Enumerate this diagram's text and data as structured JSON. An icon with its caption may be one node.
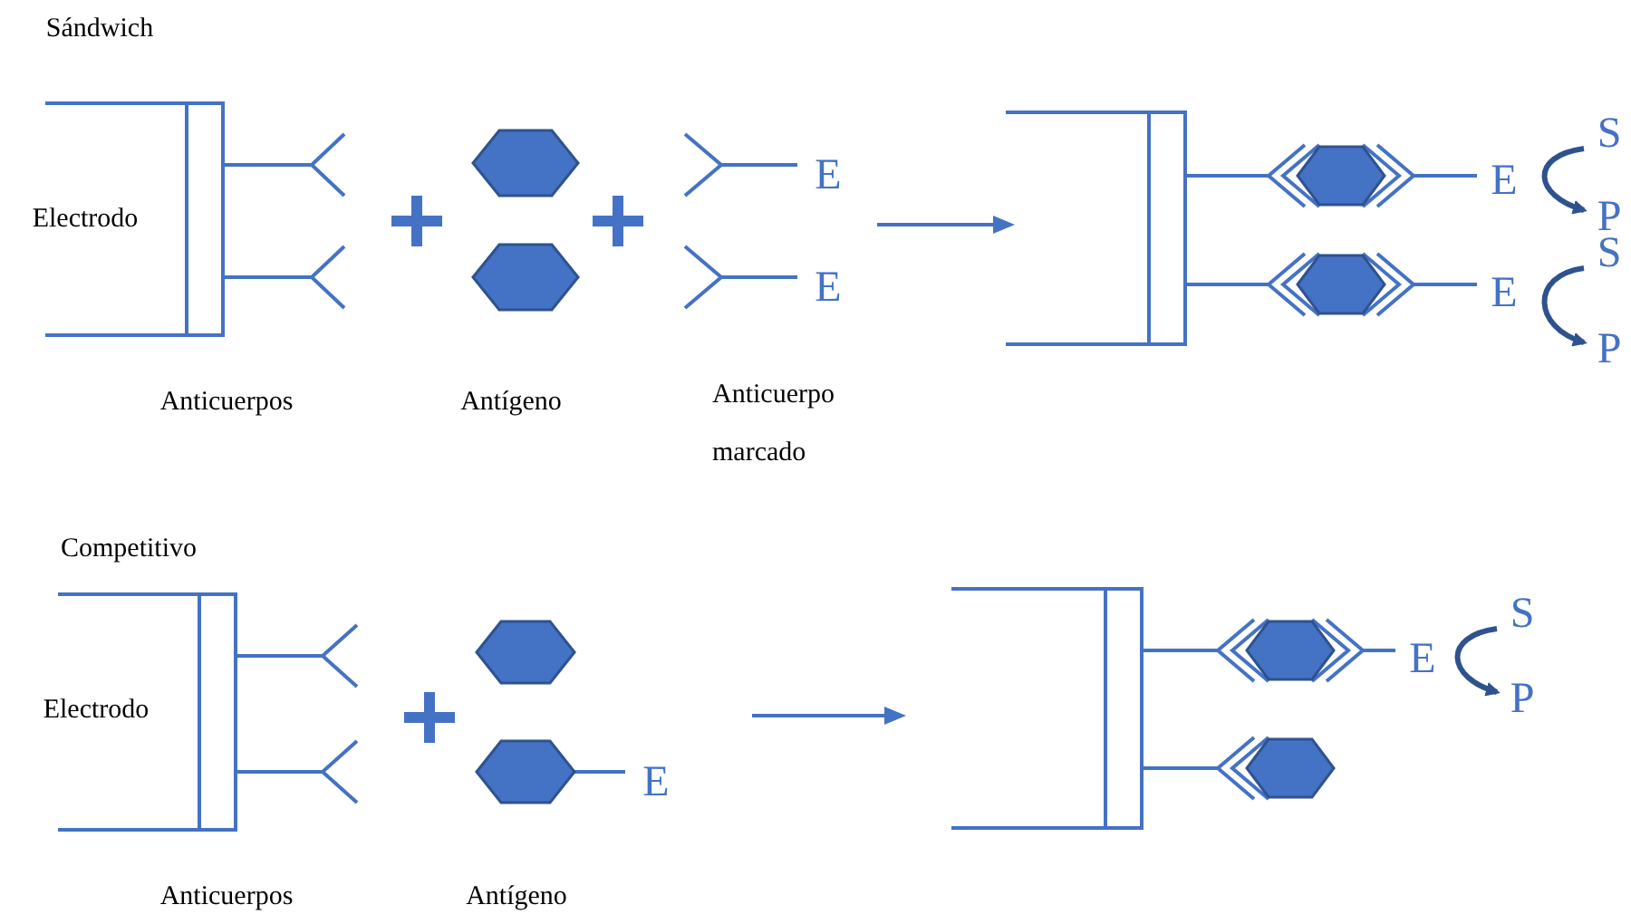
{
  "diagram": {
    "nodes": [
      {
        "text": [
          "S"
        ]
      },
      {
        "text": [
          "P"
        ]
      },
      {
        "text": [
          "S"
        ]
      },
      {
        "text": [
          "P"
        ]
      },
      {
        "text": [
          "S"
        ]
      },
      {
        "text": [
          "P"
        ]
      }
    ],
    "edges": [
      {
        "from": 0,
        "to": 1,
        "arrow": "to"
      },
      {
        "from": 2,
        "to": 3,
        "arrow": "to"
      },
      {
        "from": 4,
        "to": 5,
        "arrow": "to"
      }
    ],
    "labels": [
      "Sándwich",
      "Electrodo",
      "E",
      "E",
      "E",
      "E",
      "Anticuerpos",
      "Antígeno",
      "Anticuerpo marcado",
      "Competitivo",
      "Electrodo",
      "E",
      "E",
      "Anticuerpos",
      "Antígeno"
    ]
  }
}
